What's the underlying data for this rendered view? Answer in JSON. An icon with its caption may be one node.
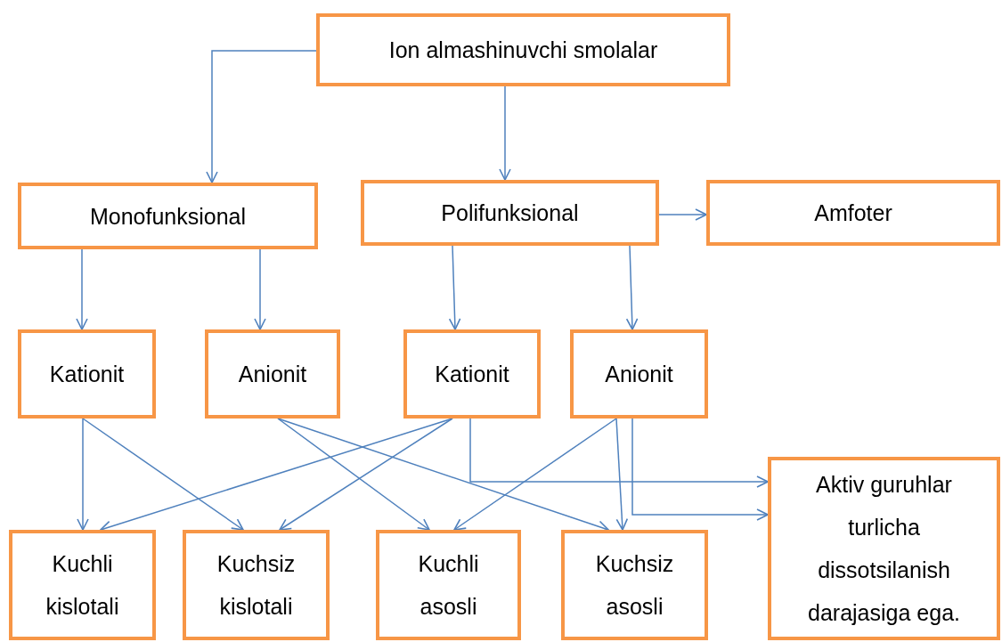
{
  "diagram": {
    "nodes": [
      {
        "text": [
          "Ion almashinuvchi smolalar"
        ]
      },
      {
        "text": [
          "Monofunksional"
        ]
      },
      {
        "text": [
          "Polifunksional"
        ]
      },
      {
        "text": [
          "Amfoter"
        ]
      },
      {
        "text": [
          "Kationit"
        ]
      },
      {
        "text": [
          "Anionit"
        ]
      },
      {
        "text": [
          "Kationit"
        ]
      },
      {
        "text": [
          "Anionit"
        ]
      },
      {
        "text": [
          "Kuchli kislotali"
        ]
      },
      {
        "text": [
          "Kuchsiz kislotali"
        ]
      },
      {
        "text": [
          "Kuchli asosli"
        ]
      },
      {
        "text": [
          "Kuchsiz asosli"
        ]
      },
      {
        "text": [
          "Aktiv guruhlar turlicha dissotsilanish darajasiga ega."
        ]
      }
    ],
    "edges": [
      {
        "from": 0,
        "to": 1,
        "arrow": "to"
      },
      {
        "from": 0,
        "to": 2,
        "arrow": "to"
      },
      {
        "from": 2,
        "to": 3,
        "arrow": "to"
      },
      {
        "from": 1,
        "to": 4,
        "arrow": "to"
      },
      {
        "from": 1,
        "to": 5,
        "arrow": "to"
      },
      {
        "from": 2,
        "to": 6,
        "arrow": "to"
      },
      {
        "from": 2,
        "to": 7,
        "arrow": "to"
      },
      {
        "from": 4,
        "to": 8,
        "arrow": "to"
      },
      {
        "from": 4,
        "to": 9,
        "arrow": "to"
      },
      {
        "from": 5,
        "to": 10,
        "arrow": "to"
      },
      {
        "from": 5,
        "to": 11,
        "arrow": "to"
      },
      {
        "from": 6,
        "to": 8,
        "arrow": "to"
      },
      {
        "from": 6,
        "to": 9,
        "arrow": "to"
      },
      {
        "from": 6,
        "to": 12,
        "arrow": "to"
      },
      {
        "from": 7,
        "to": 10,
        "arrow": "to"
      },
      {
        "from": 7,
        "to": 11,
        "arrow": "to"
      },
      {
        "from": 7,
        "to": 12,
        "arrow": "to"
      }
    ]
  }
}
